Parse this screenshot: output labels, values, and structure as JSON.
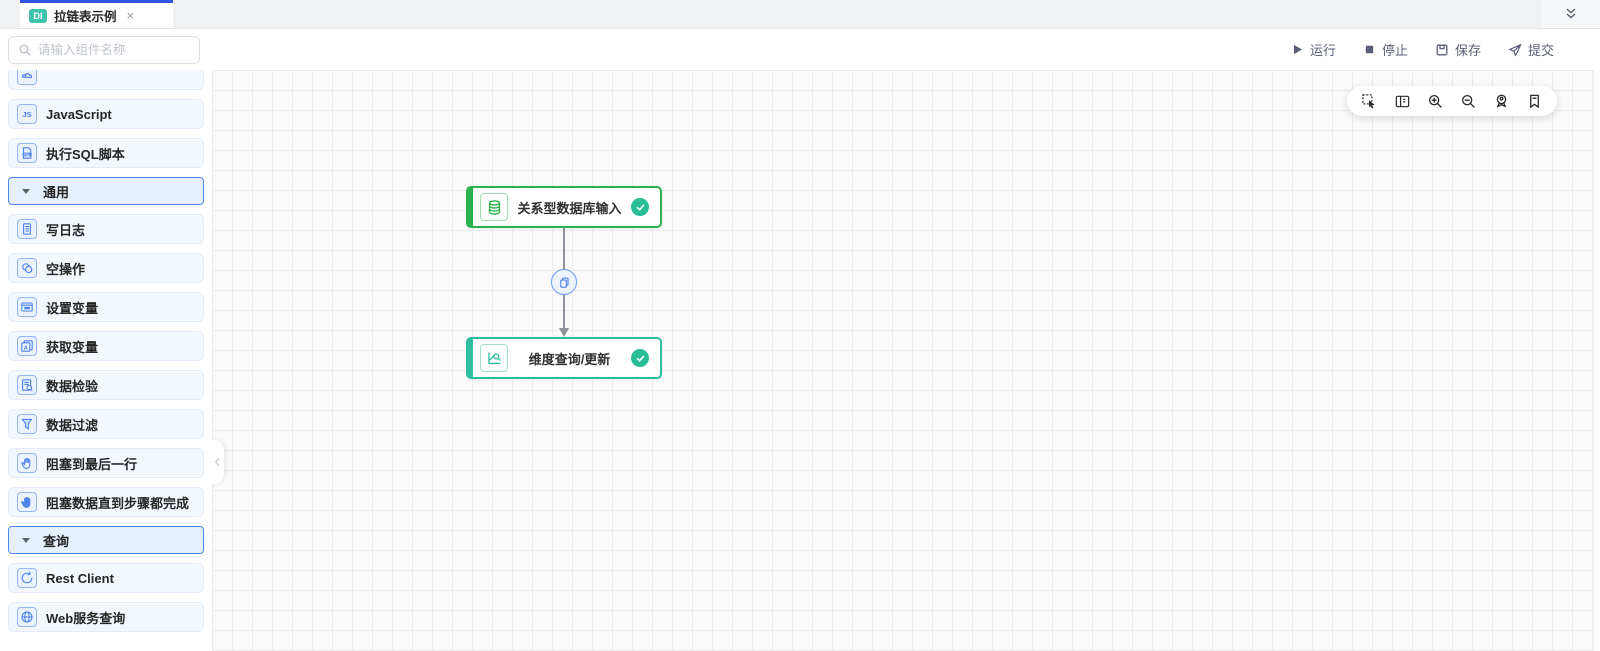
{
  "colors": {
    "tab_accent": "#2f54eb",
    "di_badge": "#3fc3ab",
    "node_green": "#2bb24c",
    "node_teal": "#2cc0a1",
    "status_check": "#29bd96",
    "section_border": "#4e86ec",
    "icon_blue": "#4d82e8"
  },
  "tab_bar": {
    "active_tab": {
      "badge": "DI",
      "title": "拉链表示例",
      "close_label": "×"
    }
  },
  "header_toolbar": {
    "run": "运行",
    "stop": "停止",
    "save": "保存",
    "submit": "提交"
  },
  "sidebar": {
    "search_placeholder": "请输入组件名称",
    "items": [
      {
        "type": "item",
        "label": "",
        "icon": "clipped-icon"
      },
      {
        "type": "item",
        "label": "JavaScript",
        "icon": "js-icon"
      },
      {
        "type": "item",
        "label": "执行SQL脚本",
        "icon": "sql-file-icon"
      },
      {
        "type": "section",
        "label": "通用",
        "icon": "triangle-down-icon"
      },
      {
        "type": "item",
        "label": "写日志",
        "icon": "log-icon"
      },
      {
        "type": "item",
        "label": "空操作",
        "icon": "noop-icon"
      },
      {
        "type": "item",
        "label": "设置变量",
        "icon": "set-variable-icon"
      },
      {
        "type": "item",
        "label": "获取变量",
        "icon": "get-variable-icon"
      },
      {
        "type": "item",
        "label": "数据检验",
        "icon": "data-validate-icon"
      },
      {
        "type": "item",
        "label": "数据过滤",
        "icon": "data-filter-icon"
      },
      {
        "type": "item",
        "label": "阻塞到最后一行",
        "icon": "hand-outline-icon"
      },
      {
        "type": "item",
        "label": "阻塞数据直到步骤都完成",
        "icon": "hand-filled-icon"
      },
      {
        "type": "section",
        "label": "查询",
        "icon": "triangle-down-icon"
      },
      {
        "type": "item",
        "label": "Rest Client",
        "icon": "rest-client-icon"
      },
      {
        "type": "item",
        "label": "Web服务查询",
        "icon": "web-service-icon"
      }
    ]
  },
  "canvas": {
    "nodes": [
      {
        "label": "关系型数据库输入",
        "icon": "database-icon",
        "status_icon": "check-icon"
      },
      {
        "label": "维度查询/更新",
        "icon": "dimension-lookup-icon",
        "status_icon": "check-icon"
      }
    ],
    "edge": {
      "badge_icon": "copy-icon"
    },
    "toolbar_icons": [
      "marquee-select-icon",
      "minimap-icon",
      "zoom-in-icon",
      "zoom-out-icon",
      "zoom-reset-icon",
      "bookmark-icon"
    ]
  }
}
